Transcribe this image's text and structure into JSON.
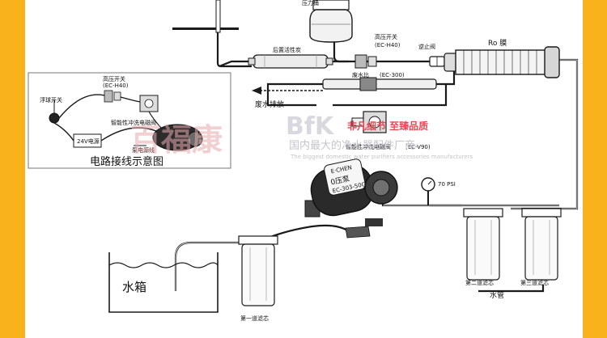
{
  "labels": {
    "top_tank": "压力桶",
    "post_carbon": "后置活性炭",
    "high_pressure_switch": "高压开关",
    "high_pressure_model": "(EC-H40)",
    "check_valve": "逆止阀",
    "ro_membrane": "Ro 膜",
    "waste_ratio": "废水比",
    "waste_ratio_model": "(EC-300)",
    "waste_drain": "废水排放",
    "flush_valve": "智能性冲洗电磁阀",
    "flush_valve_model": "(EC-V90)",
    "pump_brand": "E·CHEN",
    "pump_name": "0压泵",
    "pump_model": "EC-303-50G",
    "gauge": "70 PSI",
    "water_tank": "水箱",
    "filter_1": "第一道滤芯",
    "filter_2": "第二道滤芯",
    "filter_3": "第三道滤芯",
    "water_pipe": "水管"
  },
  "inset": {
    "title": "电路接线示意图",
    "float_switch": "浮球开关",
    "hp_switch": "高压开关",
    "hp_model": "(EC-H40)",
    "flush_valve": "智能性冲洗电磁阀",
    "power": "24V电源",
    "pump_line": "泵电源线"
  },
  "watermark": {
    "brand_cn": "百福康",
    "brand_en": "BfK",
    "slogan": "非凡细节 至臻品质",
    "tagline_cn": "国内最大的净水器配件厂商",
    "tagline_en": "The biggest domestic water purifiers accessories manufacturers"
  },
  "colors": {
    "background": "#f9b21c",
    "canvas": "#ffffff",
    "line": "#1a1a1a",
    "watermark_red": "#e24a55"
  }
}
